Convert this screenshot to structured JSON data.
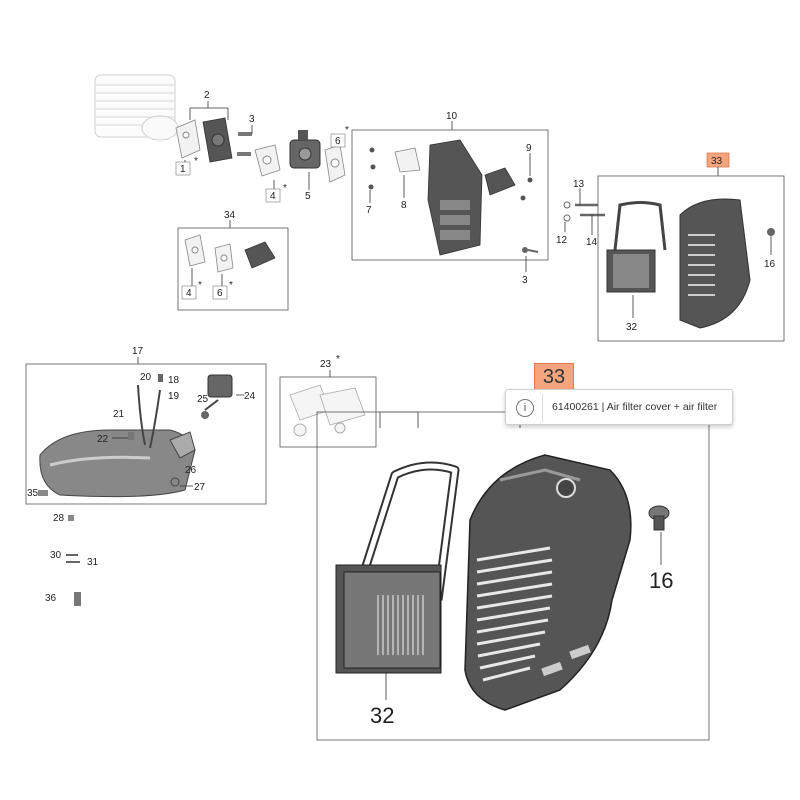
{
  "callouts": {
    "c2": "2",
    "c3a": "3",
    "c1": "1",
    "star": "*",
    "c4a": "4",
    "c5": "5",
    "c6a": "6",
    "c10": "10",
    "c7": "7",
    "c8": "8",
    "c9": "9",
    "c3b": "3",
    "c13": "13",
    "c12": "12",
    "c14": "14",
    "c34": "34",
    "c4b": "4",
    "c6b": "6",
    "c33": "33",
    "c16": "16",
    "c32": "32",
    "c17": "17",
    "c20": "20",
    "c18": "18",
    "c19": "19",
    "c21": "21",
    "c22": "22",
    "c24": "24",
    "c25": "25",
    "c26": "26",
    "c27": "27",
    "c35": "35",
    "c23": "23",
    "c28": "28",
    "c30": "30",
    "c31": "31",
    "c36": "36",
    "zoom_16": "16",
    "zoom_32": "32"
  },
  "tooltip": {
    "number": "33",
    "icon": "info-icon",
    "text": "61400261 | Air filter cover + air filter"
  },
  "colors": {
    "highlight": "#f4a57e",
    "highlight_border": "#e07a4a"
  }
}
